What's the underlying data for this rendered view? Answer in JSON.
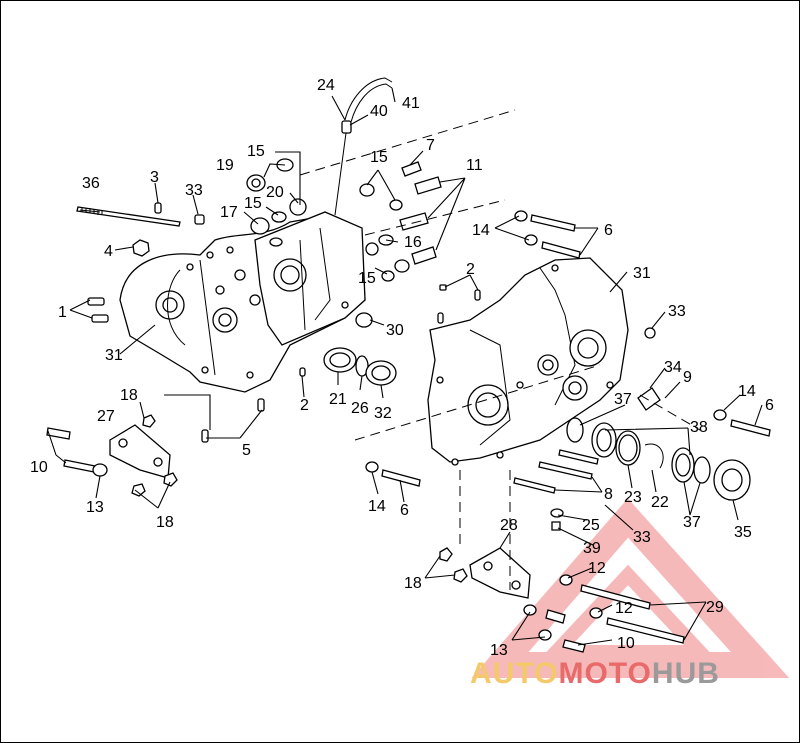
{
  "callouts": {
    "c1": "1",
    "c2a": "2",
    "c2b": "2",
    "c3": "3",
    "c4": "4",
    "c5": "5",
    "c6a": "6",
    "c6b": "6",
    "c6c": "6",
    "c7": "7",
    "c8": "8",
    "c9": "9",
    "c10a": "10",
    "c10b": "10",
    "c11": "11",
    "c12a": "12",
    "c12b": "12",
    "c13a": "13",
    "c13b": "13",
    "c14a": "14",
    "c14b": "14",
    "c14c": "14",
    "c15a": "15",
    "c15b": "15",
    "c15c": "15",
    "c15d": "15",
    "c16": "16",
    "c17": "17",
    "c18a": "18",
    "c18b": "18",
    "c18c": "18",
    "c19": "19",
    "c20": "20",
    "c21": "21",
    "c22": "22",
    "c23": "23",
    "c24": "24",
    "c25": "25",
    "c26": "26",
    "c27": "27",
    "c28": "28",
    "c29": "29",
    "c30": "30",
    "c31a": "31",
    "c31b": "31",
    "c32": "32",
    "c33a": "33",
    "c33b": "33",
    "c33c": "33",
    "c34": "34",
    "c35": "35",
    "c36": "36",
    "c37a": "37",
    "c37b": "37",
    "c38": "38",
    "c39": "39",
    "c40": "40",
    "c41": "41"
  },
  "watermark": {
    "part1": "AUTO",
    "part2": "MOTO",
    "part3": "HUB",
    "colors": {
      "auto": "#f4c96a",
      "moto": "#e86a6a",
      "hub": "#9a9a9a",
      "triangle": "#f08080"
    }
  }
}
